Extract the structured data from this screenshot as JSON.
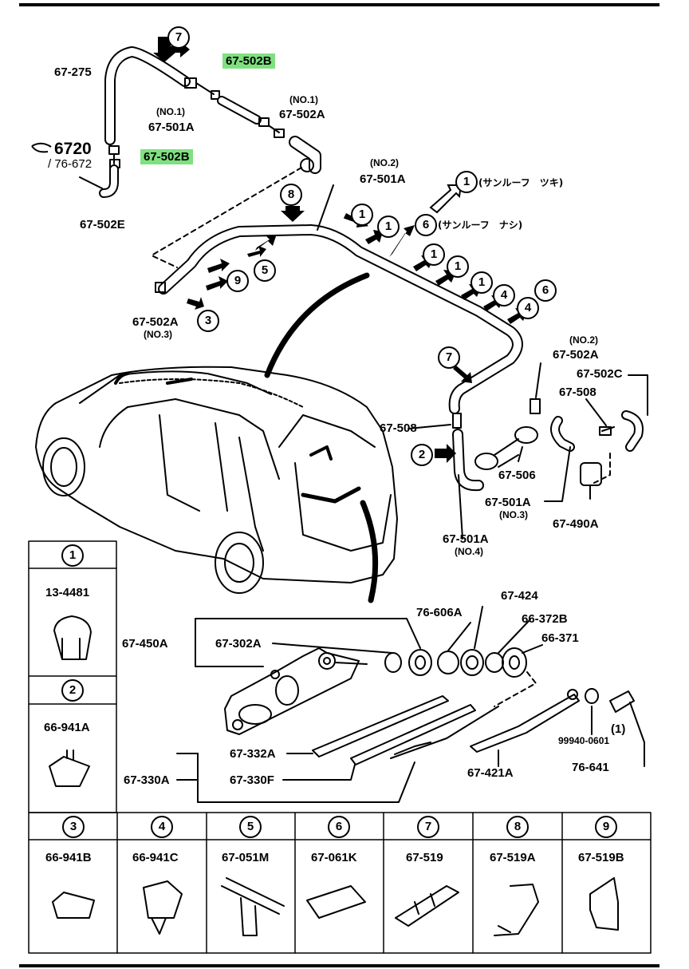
{
  "top_labels": {
    "p67_275": "67-275",
    "p67_502B_a": "67-502B",
    "no1_a": "(NO.1)",
    "p67_501A_1": "67-501A",
    "no1_b": "(NO.1)",
    "p67_502A_1": "67-502A",
    "ref6720": "6720",
    "ref76672": "/ 76-672",
    "p67_502B_b": "67-502B",
    "p67_502E": "67-502E",
    "no2_a": "(NO.2)",
    "p67_501A_2": "67-501A",
    "jp1": "(サンルーフ　ツキ)",
    "jp2": "(サンルーフ　ナシ)",
    "p67_502A_3": "67-502A",
    "no3_a": "(NO.3)",
    "no2_b": "(NO.2)",
    "p67_502A_2": "67-502A",
    "p67_502C": "67-502C",
    "p67_508_a": "67-508",
    "p67_508_b": "67-508",
    "p67_506": "67-506",
    "p67_501A_3": "67-501A",
    "no3_b": "(NO.3)",
    "p67_490A": "67-490A",
    "p67_501A_4": "67-501A",
    "no4": "(NO.4)"
  },
  "lower_labels": {
    "p67_424": "67-424",
    "p76_606A": "76-606A",
    "p66_372B": "66-372B",
    "p67_450A": "67-450A",
    "p67_302A": "67-302A",
    "p66_371": "66-371",
    "p1": "(1)",
    "p99940": "99940-0601",
    "p76_641": "76-641",
    "p67_332A": "67-332A",
    "p67_330A": "67-330A",
    "p67_330F": "67-330F",
    "p67_421A": "67-421A"
  },
  "callouts": [
    "7",
    "8",
    "1",
    "1",
    "6",
    "1",
    "1",
    "1",
    "4",
    "4",
    "6",
    "5",
    "9",
    "3",
    "7",
    "2",
    "1"
  ],
  "legend": [
    {
      "num": "1",
      "part": "13-4481"
    },
    {
      "num": "2",
      "part": "66-941A"
    },
    {
      "num": "3",
      "part": "66-941B"
    },
    {
      "num": "4",
      "part": "66-941C"
    },
    {
      "num": "5",
      "part": "67-051M"
    },
    {
      "num": "6",
      "part": "67-061K"
    },
    {
      "num": "7",
      "part": "67-519"
    },
    {
      "num": "8",
      "part": "67-519A"
    },
    {
      "num": "9",
      "part": "67-519B"
    }
  ],
  "colors": {
    "highlight": "#7fe07f",
    "ink": "#000000"
  }
}
